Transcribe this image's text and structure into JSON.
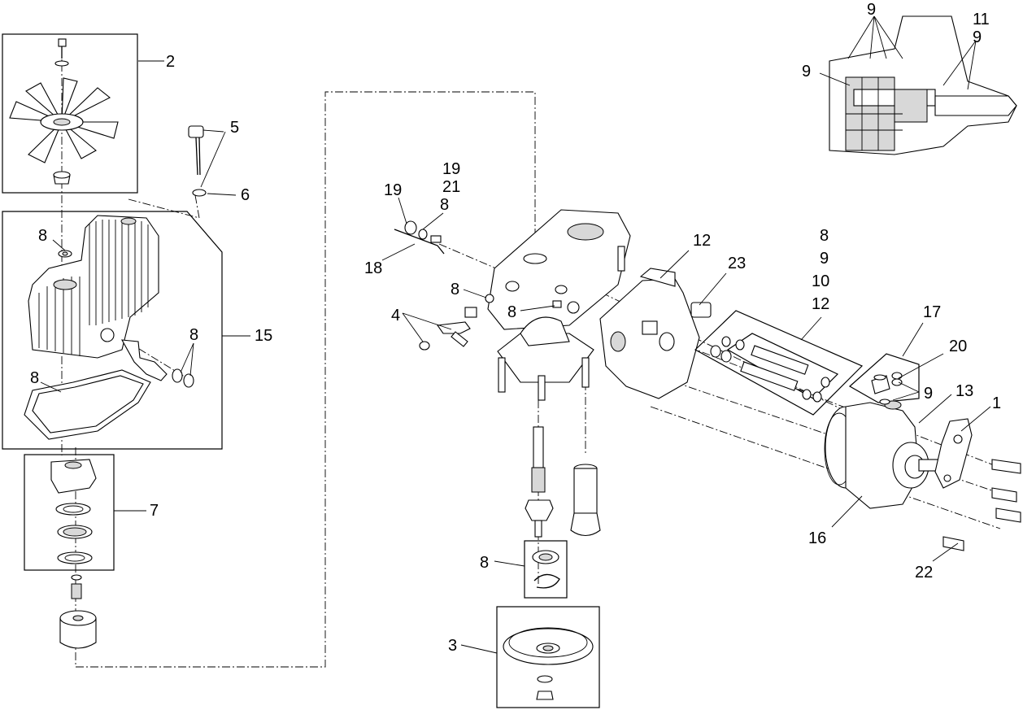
{
  "callouts": {
    "c1": "1",
    "c2": "2",
    "c3": "3",
    "c4": "4",
    "c5": "5",
    "c6": "6",
    "c7": "7",
    "c8": "8",
    "c9": "9",
    "c10": "10",
    "c11": "11",
    "c12": "12",
    "c13": "13",
    "c15": "15",
    "c16": "16",
    "c17": "17",
    "c18": "18",
    "c19": "19",
    "c20": "20",
    "c21": "21",
    "c22": "22",
    "c23": "23"
  }
}
